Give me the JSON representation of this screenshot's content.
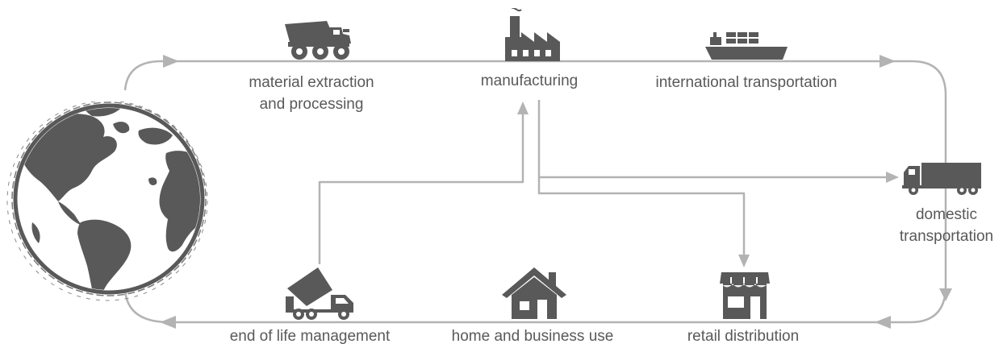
{
  "colors": {
    "line": "#b3b3b3",
    "icon": "#595959",
    "text": "#595959",
    "globe_land": "#595959",
    "globe_ocean": "#ffffff"
  },
  "stages": {
    "material": {
      "line1": "material extraction",
      "line2": "and processing",
      "icon": "mining-dump-truck-icon"
    },
    "manufacturing": {
      "label": "manufacturing",
      "icon": "factory-icon"
    },
    "international": {
      "label": "international transportation",
      "icon": "cargo-ship-icon"
    },
    "domestic": {
      "line1": "domestic",
      "line2": "transportation",
      "icon": "semi-truck-icon"
    },
    "retail": {
      "label": "retail distribution",
      "icon": "storefront-icon"
    },
    "home": {
      "label": "home and business use",
      "icon": "house-icon"
    },
    "eol": {
      "label": "end of life management",
      "icon": "dump-truck-unloading-icon"
    }
  },
  "globe": {
    "icon": "globe-icon"
  }
}
